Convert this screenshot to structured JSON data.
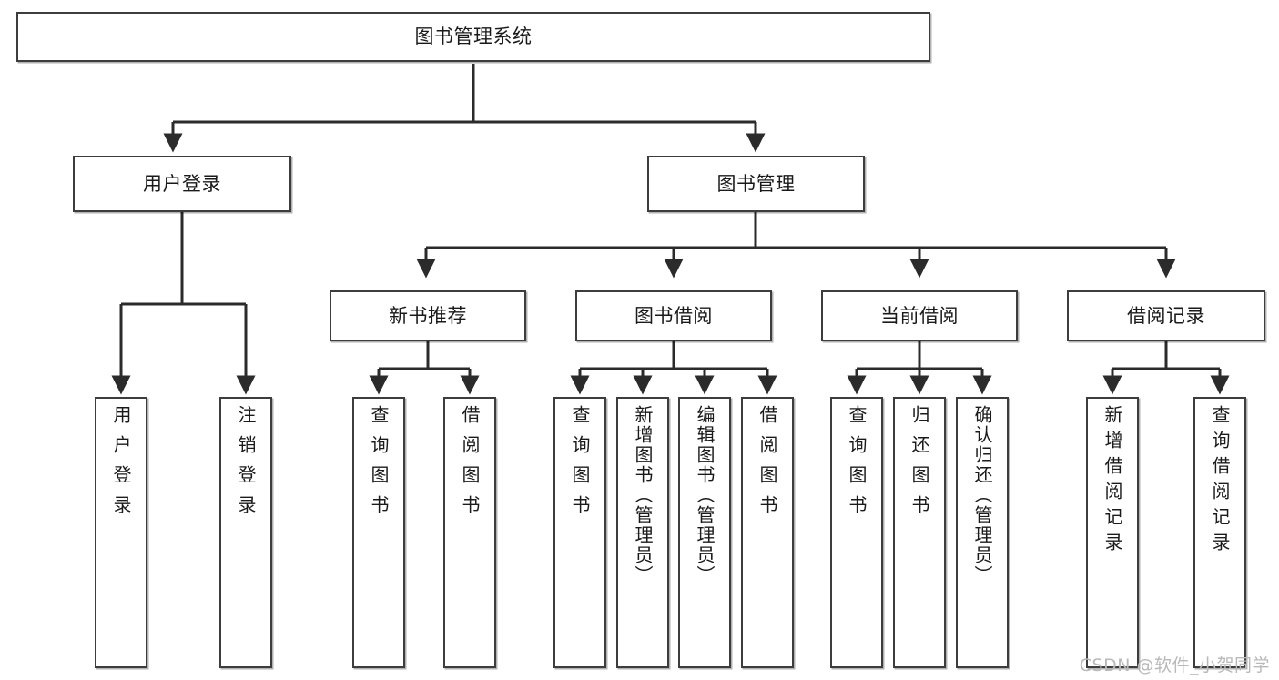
{
  "diagram": {
    "title": "图书管理系统",
    "type": "tree",
    "root": {
      "label": "图书管理系统"
    },
    "level2": [
      {
        "label": "用户登录"
      },
      {
        "label": "图书管理"
      }
    ],
    "level3": [
      {
        "label": "新书推荐"
      },
      {
        "label": "图书借阅"
      },
      {
        "label": "当前借阅"
      },
      {
        "label": "借阅记录"
      }
    ],
    "leaves": {
      "user_login": [
        {
          "label": "用户登录"
        },
        {
          "label": "注销登录"
        }
      ],
      "new_book_recommend": [
        {
          "label": "查询图书"
        },
        {
          "label": "借阅图书"
        }
      ],
      "book_borrow": [
        {
          "label": "查询图书"
        },
        {
          "label": "新增图书（管理员）"
        },
        {
          "label": "编辑图书（管理员）"
        },
        {
          "label": "借阅图书"
        }
      ],
      "current_borrow": [
        {
          "label": "查询图书"
        },
        {
          "label": "归还图书"
        },
        {
          "label": "确认归还（管理员）"
        }
      ],
      "borrow_record": [
        {
          "label": "新增借阅记录"
        },
        {
          "label": "查询借阅记录"
        }
      ]
    }
  },
  "watermark": {
    "text": "CSDN @软件_小贺同学"
  },
  "colors": {
    "stroke": "#3d3d3d",
    "box_fill": "#ffffff",
    "text": "#1a1a1a",
    "watermark": "#b9b9b9"
  }
}
